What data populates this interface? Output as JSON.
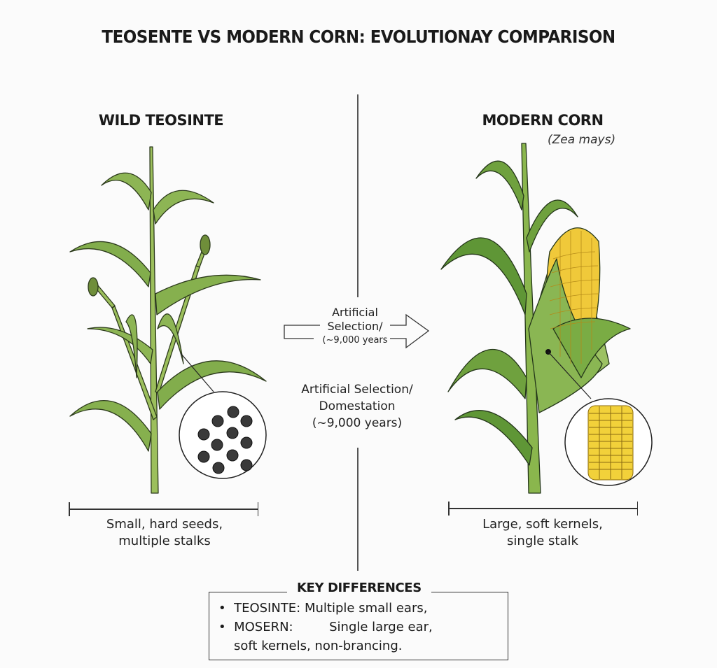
{
  "title": "TEOSENTE VS MODERN CORN: EVOLUTIONAY COMPARISON",
  "left_panel": {
    "heading": "WILD TEOSINTE",
    "caption_line1": "Small, hard seeds,",
    "caption_line2": "multiple stalks",
    "inset": {
      "content": "seeds",
      "seed_count": 11,
      "seed_color": "#3a3a3a"
    },
    "plant_colors": {
      "leaf": "#7fa84a",
      "leaf_dark": "#4f7d2c",
      "stalk": "#9cbf5c",
      "ear": "#6f8e3a"
    }
  },
  "center": {
    "arrow_label_line1": "Artificial",
    "arrow_label_line2": "Selection/",
    "arrow_label_line3": "(~9,000 years",
    "label_line1": "Artificial Selection/",
    "label_line2": "Domestation",
    "label_line3": "(~9,000 years)"
  },
  "right_panel": {
    "heading": "MODERN CORN",
    "scientific_name": "(Zea mays)",
    "caption_line1": "Large, soft kernels,",
    "caption_line2": "single stalk",
    "inset": {
      "content": "kernels",
      "kernel_color": "#f2d13a"
    },
    "plant_colors": {
      "leaf": "#6fa13e",
      "leaf_dark": "#3f6e24",
      "husk": "#9cc163",
      "cob": "#f0c93a"
    }
  },
  "key_differences": {
    "title": "KEY DIFFERENCES",
    "items": [
      {
        "bullet": "•",
        "text": "TEOSINTE: Multiple small ears,"
      },
      {
        "bullet": "•",
        "text": "MOSERN:         Single large ear,"
      }
    ],
    "continuation": "soft kernels, non-brancing."
  }
}
